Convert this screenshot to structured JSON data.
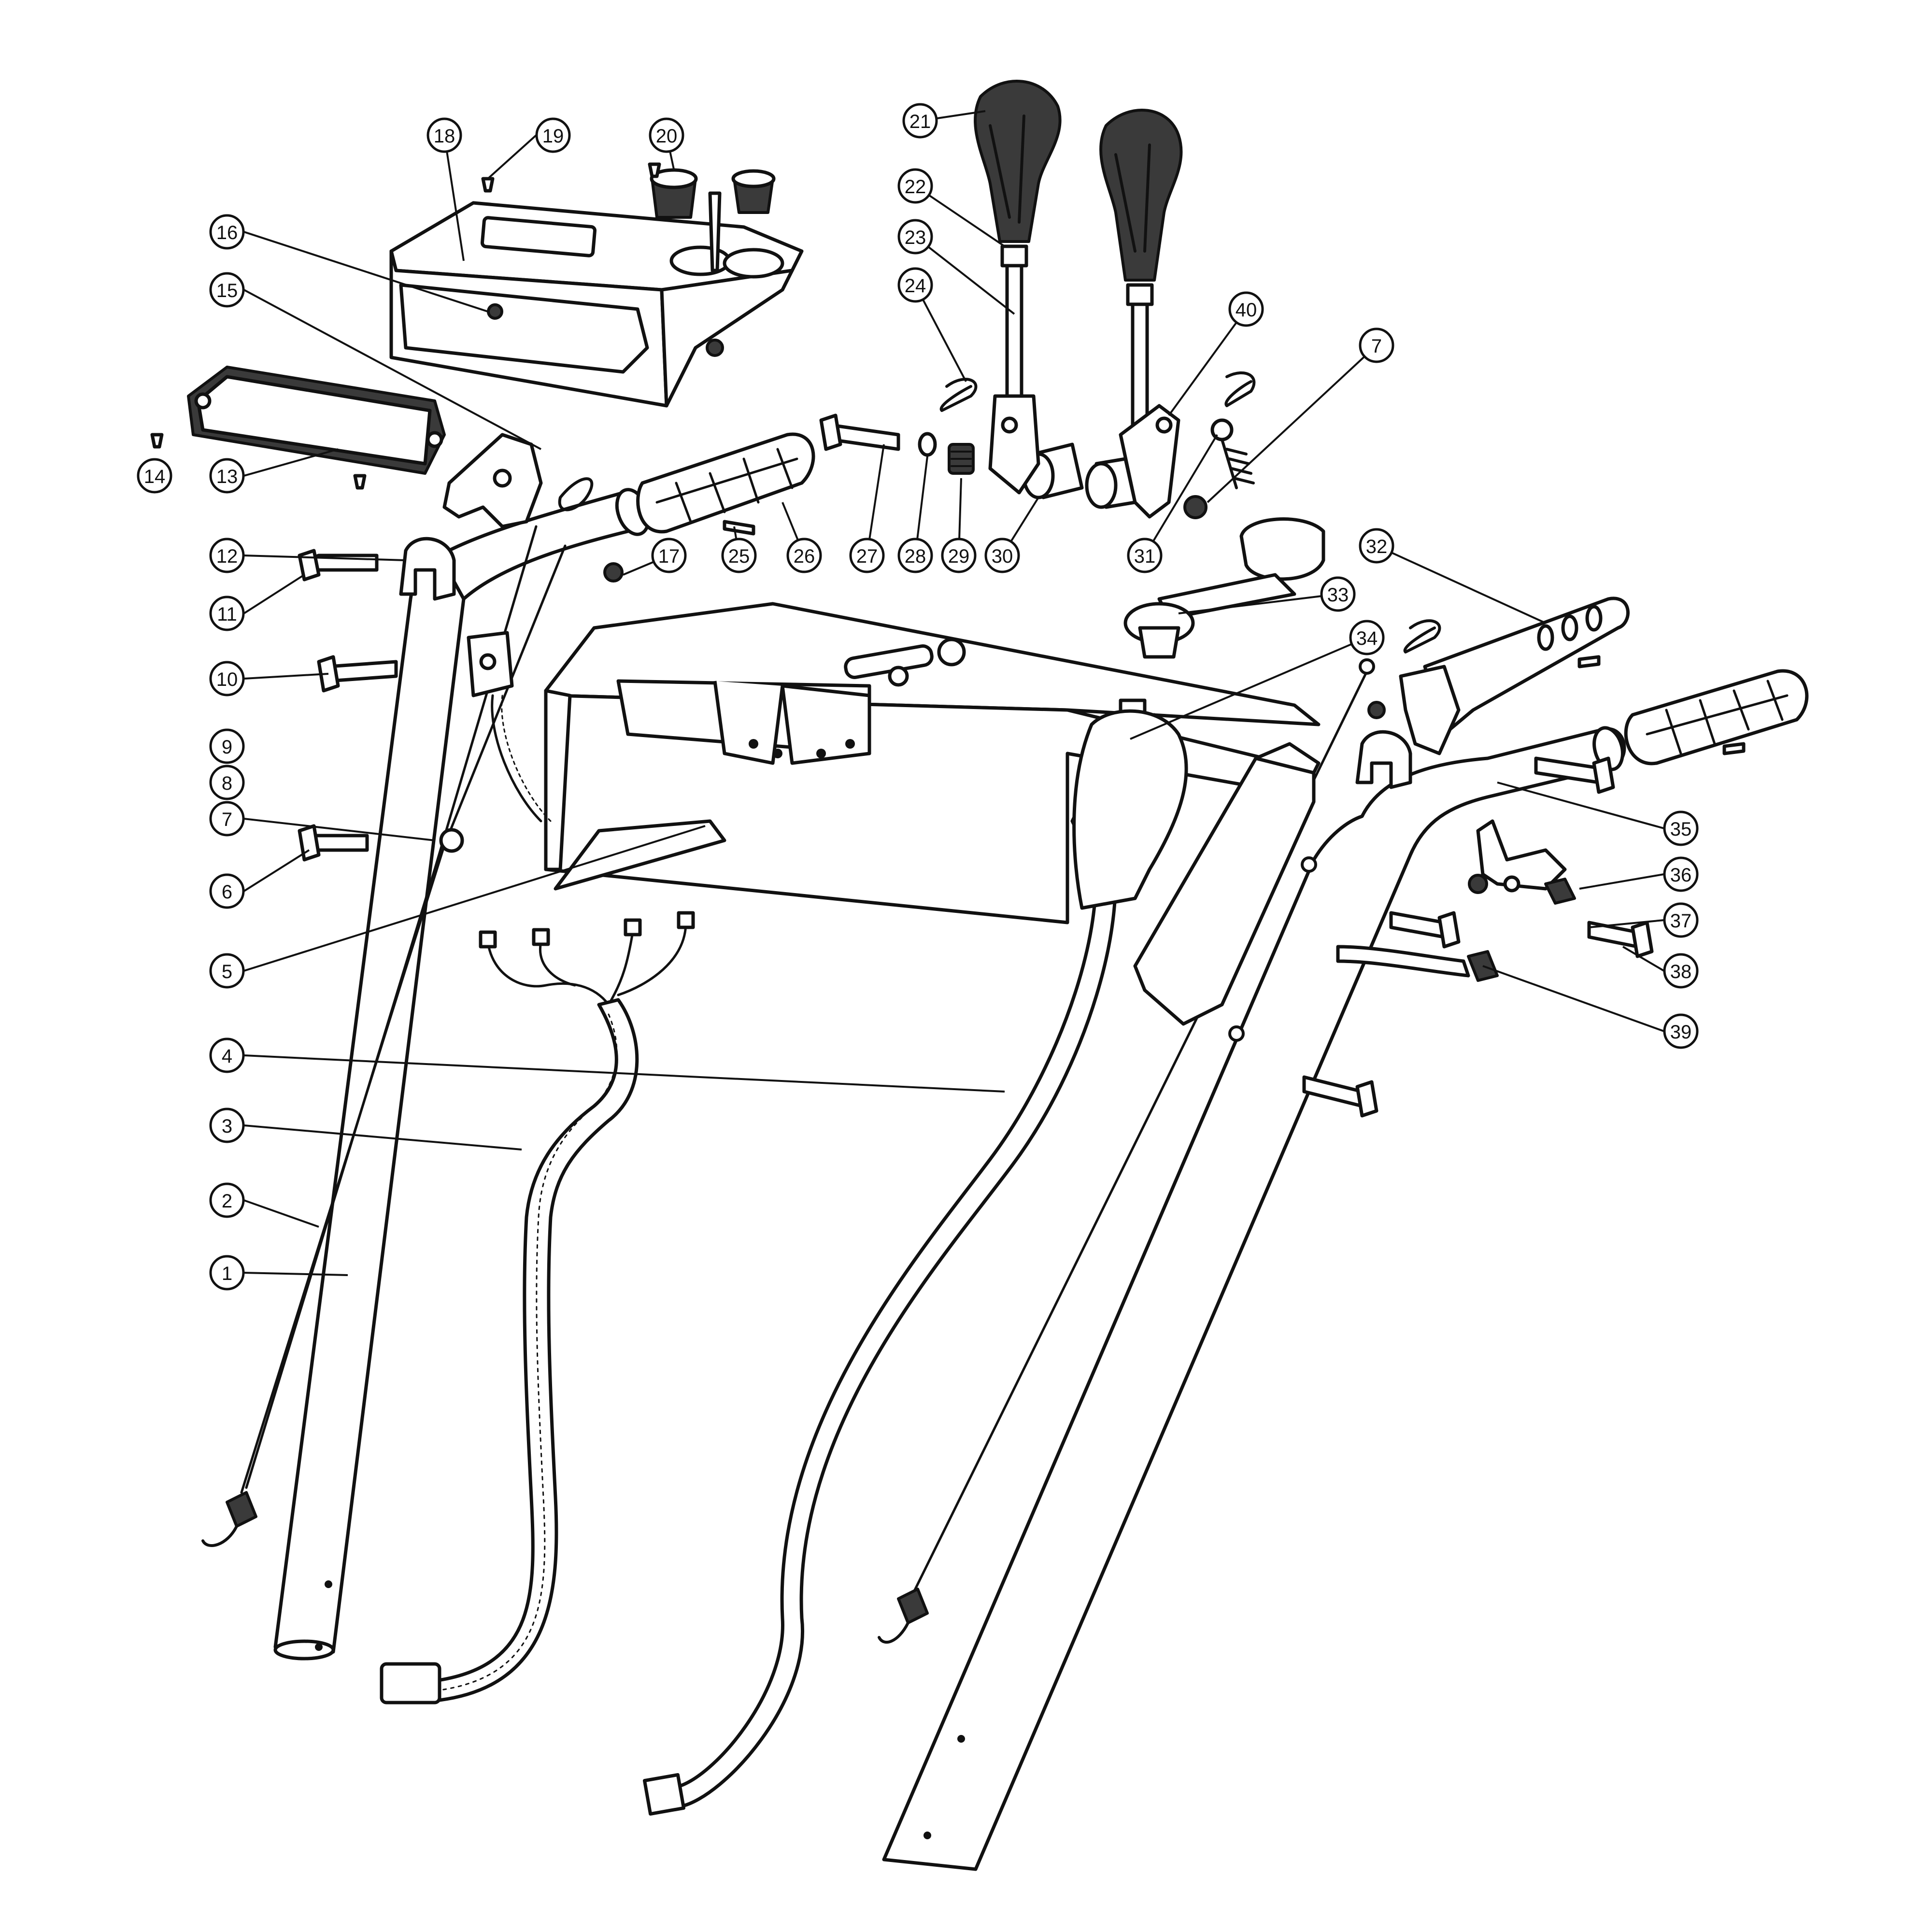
{
  "diagram": {
    "callouts": [
      {
        "label": "1"
      },
      {
        "label": "2"
      },
      {
        "label": "3"
      },
      {
        "label": "4"
      },
      {
        "label": "5"
      },
      {
        "label": "6"
      },
      {
        "label": "7"
      },
      {
        "label": "8"
      },
      {
        "label": "9"
      },
      {
        "label": "10"
      },
      {
        "label": "11"
      },
      {
        "label": "12"
      },
      {
        "label": "13"
      },
      {
        "label": "14"
      },
      {
        "label": "15"
      },
      {
        "label": "16"
      },
      {
        "label": "17"
      },
      {
        "label": "18"
      },
      {
        "label": "19"
      },
      {
        "label": "20"
      },
      {
        "label": "21"
      },
      {
        "label": "22"
      },
      {
        "label": "23"
      },
      {
        "label": "24"
      },
      {
        "label": "25"
      },
      {
        "label": "26"
      },
      {
        "label": "27"
      },
      {
        "label": "28"
      },
      {
        "label": "29"
      },
      {
        "label": "30"
      },
      {
        "label": "31"
      },
      {
        "label": "32"
      },
      {
        "label": "33"
      },
      {
        "label": "34"
      },
      {
        "label": "35"
      },
      {
        "label": "36"
      },
      {
        "label": "37"
      },
      {
        "label": "38"
      },
      {
        "label": "39"
      },
      {
        "label": "40"
      },
      {
        "label": "7"
      }
    ]
  }
}
